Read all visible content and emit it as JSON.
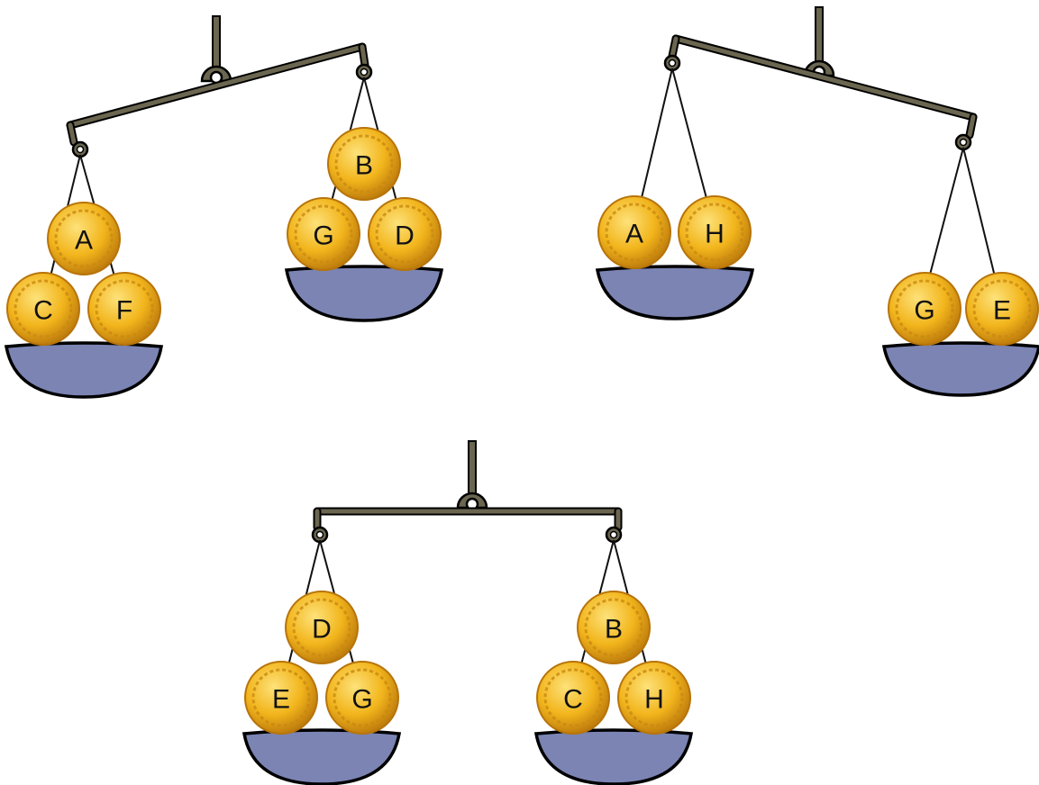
{
  "colors": {
    "beam": "#6b6650",
    "beam_outline": "#000000",
    "pan": "#7b84b3",
    "coin_light": "#fde27a",
    "coin_mid": "#f2b51c",
    "coin_dark": "#b7740a",
    "coin_wreath": "#c98a12",
    "string": "#111111"
  },
  "scales": [
    {
      "name": "scale-1",
      "tilt": "right-side-down-is-up",
      "left_pan": [
        "A",
        "C",
        "F"
      ],
      "right_pan": [
        "B",
        "G",
        "D"
      ]
    },
    {
      "name": "scale-2",
      "tilt": "right-heavier",
      "left_pan": [
        "A",
        "H"
      ],
      "right_pan": [
        "G",
        "E"
      ]
    },
    {
      "name": "scale-3",
      "tilt": "balanced",
      "left_pan": [
        "D",
        "E",
        "G"
      ],
      "right_pan": [
        "B",
        "C",
        "H"
      ]
    }
  ],
  "coins": {
    "s1_left_top": "A",
    "s1_left_bl": "C",
    "s1_left_br": "F",
    "s1_right_top": "B",
    "s1_right_bl": "G",
    "s1_right_br": "D",
    "s2_left_1": "A",
    "s2_left_2": "H",
    "s2_right_1": "G",
    "s2_right_2": "E",
    "s3_left_top": "D",
    "s3_left_bl": "E",
    "s3_left_br": "G",
    "s3_right_top": "B",
    "s3_right_bl": "C",
    "s3_right_br": "H"
  }
}
